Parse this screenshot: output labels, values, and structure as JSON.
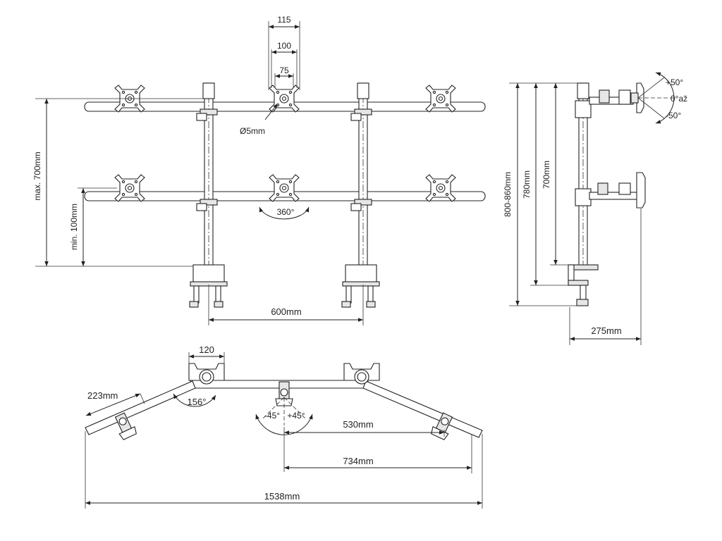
{
  "front_view": {
    "vesa_outer": "115",
    "vesa_mid": "100",
    "vesa_inner": "75",
    "screw_diameter": "Ø5mm",
    "height_max": "max. 700mm",
    "height_min": "min. 100mm",
    "rotation": "360°",
    "pole_spacing": "600mm"
  },
  "side_view": {
    "tilt_up": "+50°",
    "tilt_zero": "0°až",
    "tilt_down": "-50°",
    "height_total": "800-860mm",
    "height_780": "780mm",
    "height_700": "700mm",
    "depth": "275mm"
  },
  "top_view": {
    "clamp_width": "120",
    "arm_length": "223mm",
    "arm_angle": "156°",
    "swivel_left": "-45°",
    "swivel_right": "+45°",
    "span_530": "530mm",
    "span_734": "734mm",
    "total_width": "1538mm"
  }
}
